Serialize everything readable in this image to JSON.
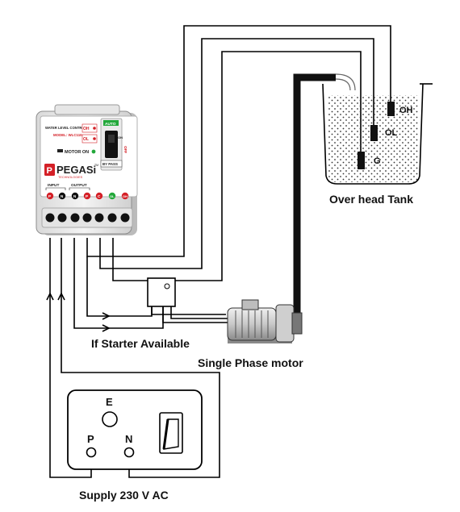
{
  "controller": {
    "title": "WATER LEVEL CONTROLLER",
    "model": "MODEL: WLC110",
    "oh_label": "OH",
    "ol_label": "OL",
    "motor_on_label": "MOTOR ON",
    "brand": "PEGASi",
    "tm": "TM",
    "tagline": "TECHNOLOGIES",
    "auto_label": "AUTO",
    "on_label": "ON",
    "off_label": "OFF",
    "bypass_label": "BY PASS",
    "input_label": "INPUT",
    "output_label": "OUTPUT",
    "terminals": [
      "P",
      "N",
      "N",
      "P",
      "C",
      "OL",
      "OH"
    ],
    "colors": {
      "brand_red": "#d42027",
      "led_green": "#22a83a",
      "terminal_red": "#d42027"
    }
  },
  "tank": {
    "label": "Over head Tank",
    "probes": [
      "OH",
      "OL",
      "G"
    ]
  },
  "motor": {
    "label": "Single Phase motor"
  },
  "starter": {
    "label": "If Starter Available"
  },
  "supply": {
    "label": "Supply 230 V AC",
    "sockets": [
      "E",
      "P",
      "N"
    ]
  }
}
